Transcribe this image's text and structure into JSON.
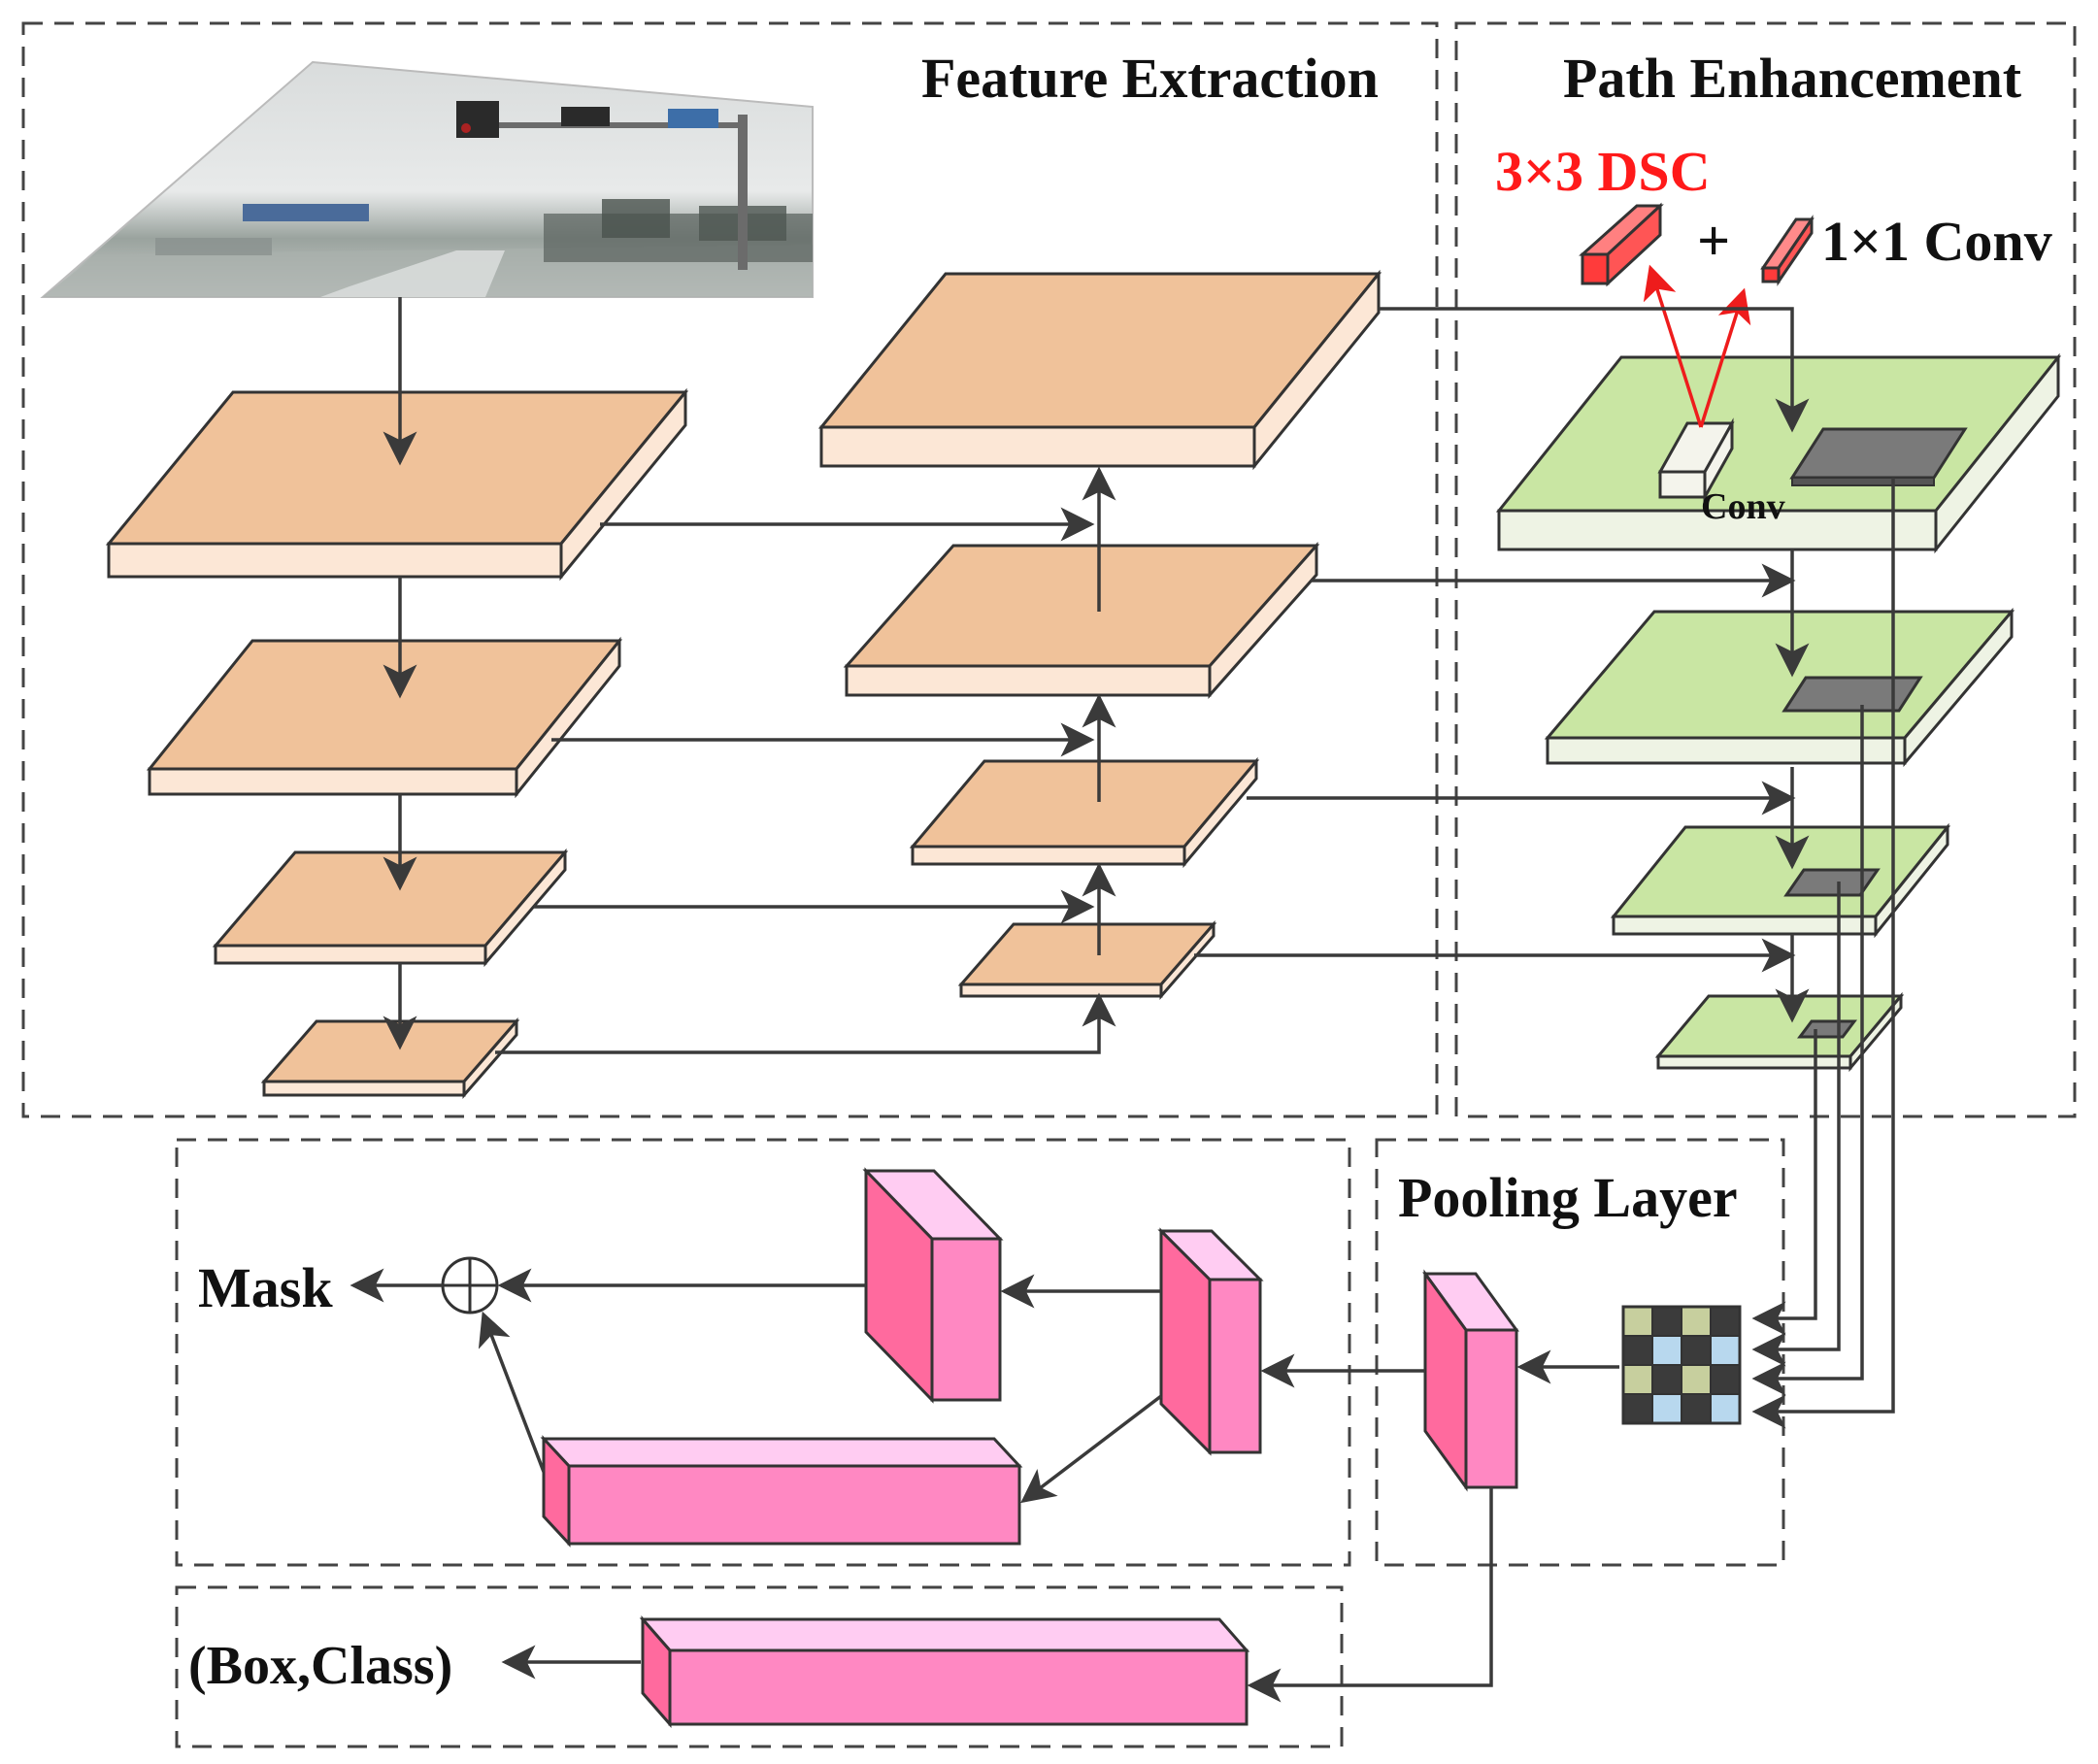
{
  "labels": {
    "feature_extraction": "Feature Extraction",
    "path_enhancement": "Path Enhancement",
    "dsc": "3×3 DSC",
    "plus": "+",
    "conv1x1": "1×1 Conv",
    "conv": "Conv",
    "pooling_layer": "Pooling Layer",
    "mask": "Mask",
    "box_class": "(Box,Class)"
  },
  "colors": {
    "orange_top": "#f0c29a",
    "orange_side": "#fce7d6",
    "green_top": "#c9e6a3",
    "green_side": "#eef3e4",
    "pink_front": "#ff88c2",
    "pink_side": "#ff6a9e",
    "pink_top": "#ffccf2",
    "red_arrow": "#ee1c1c",
    "dashed_border": "#444444"
  }
}
